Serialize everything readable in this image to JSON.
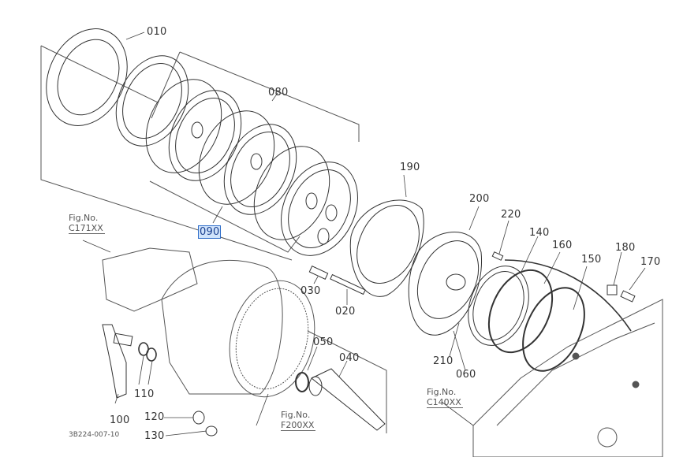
{
  "diagram": {
    "document_id": "3B224-007-10",
    "colors": {
      "line": "#333333",
      "highlight_bg": "#cfe3fb",
      "highlight_border": "#2e6dc9"
    },
    "parts": [
      {
        "id": "010"
      },
      {
        "id": "080"
      },
      {
        "id": "090",
        "highlighted": true
      },
      {
        "id": "190"
      },
      {
        "id": "200"
      },
      {
        "id": "220"
      },
      {
        "id": "140"
      },
      {
        "id": "160"
      },
      {
        "id": "150"
      },
      {
        "id": "180"
      },
      {
        "id": "170"
      },
      {
        "id": "030"
      },
      {
        "id": "020"
      },
      {
        "id": "050"
      },
      {
        "id": "040"
      },
      {
        "id": "210"
      },
      {
        "id": "060"
      },
      {
        "id": "110"
      },
      {
        "id": "100"
      },
      {
        "id": "120"
      },
      {
        "id": "130"
      }
    ],
    "figure_refs": [
      {
        "label": "Fig.No.",
        "code": "C171XX"
      },
      {
        "label": "Fig.No.",
        "code": "F200XX"
      },
      {
        "label": "Fig.No.",
        "code": "C140XX"
      }
    ]
  }
}
